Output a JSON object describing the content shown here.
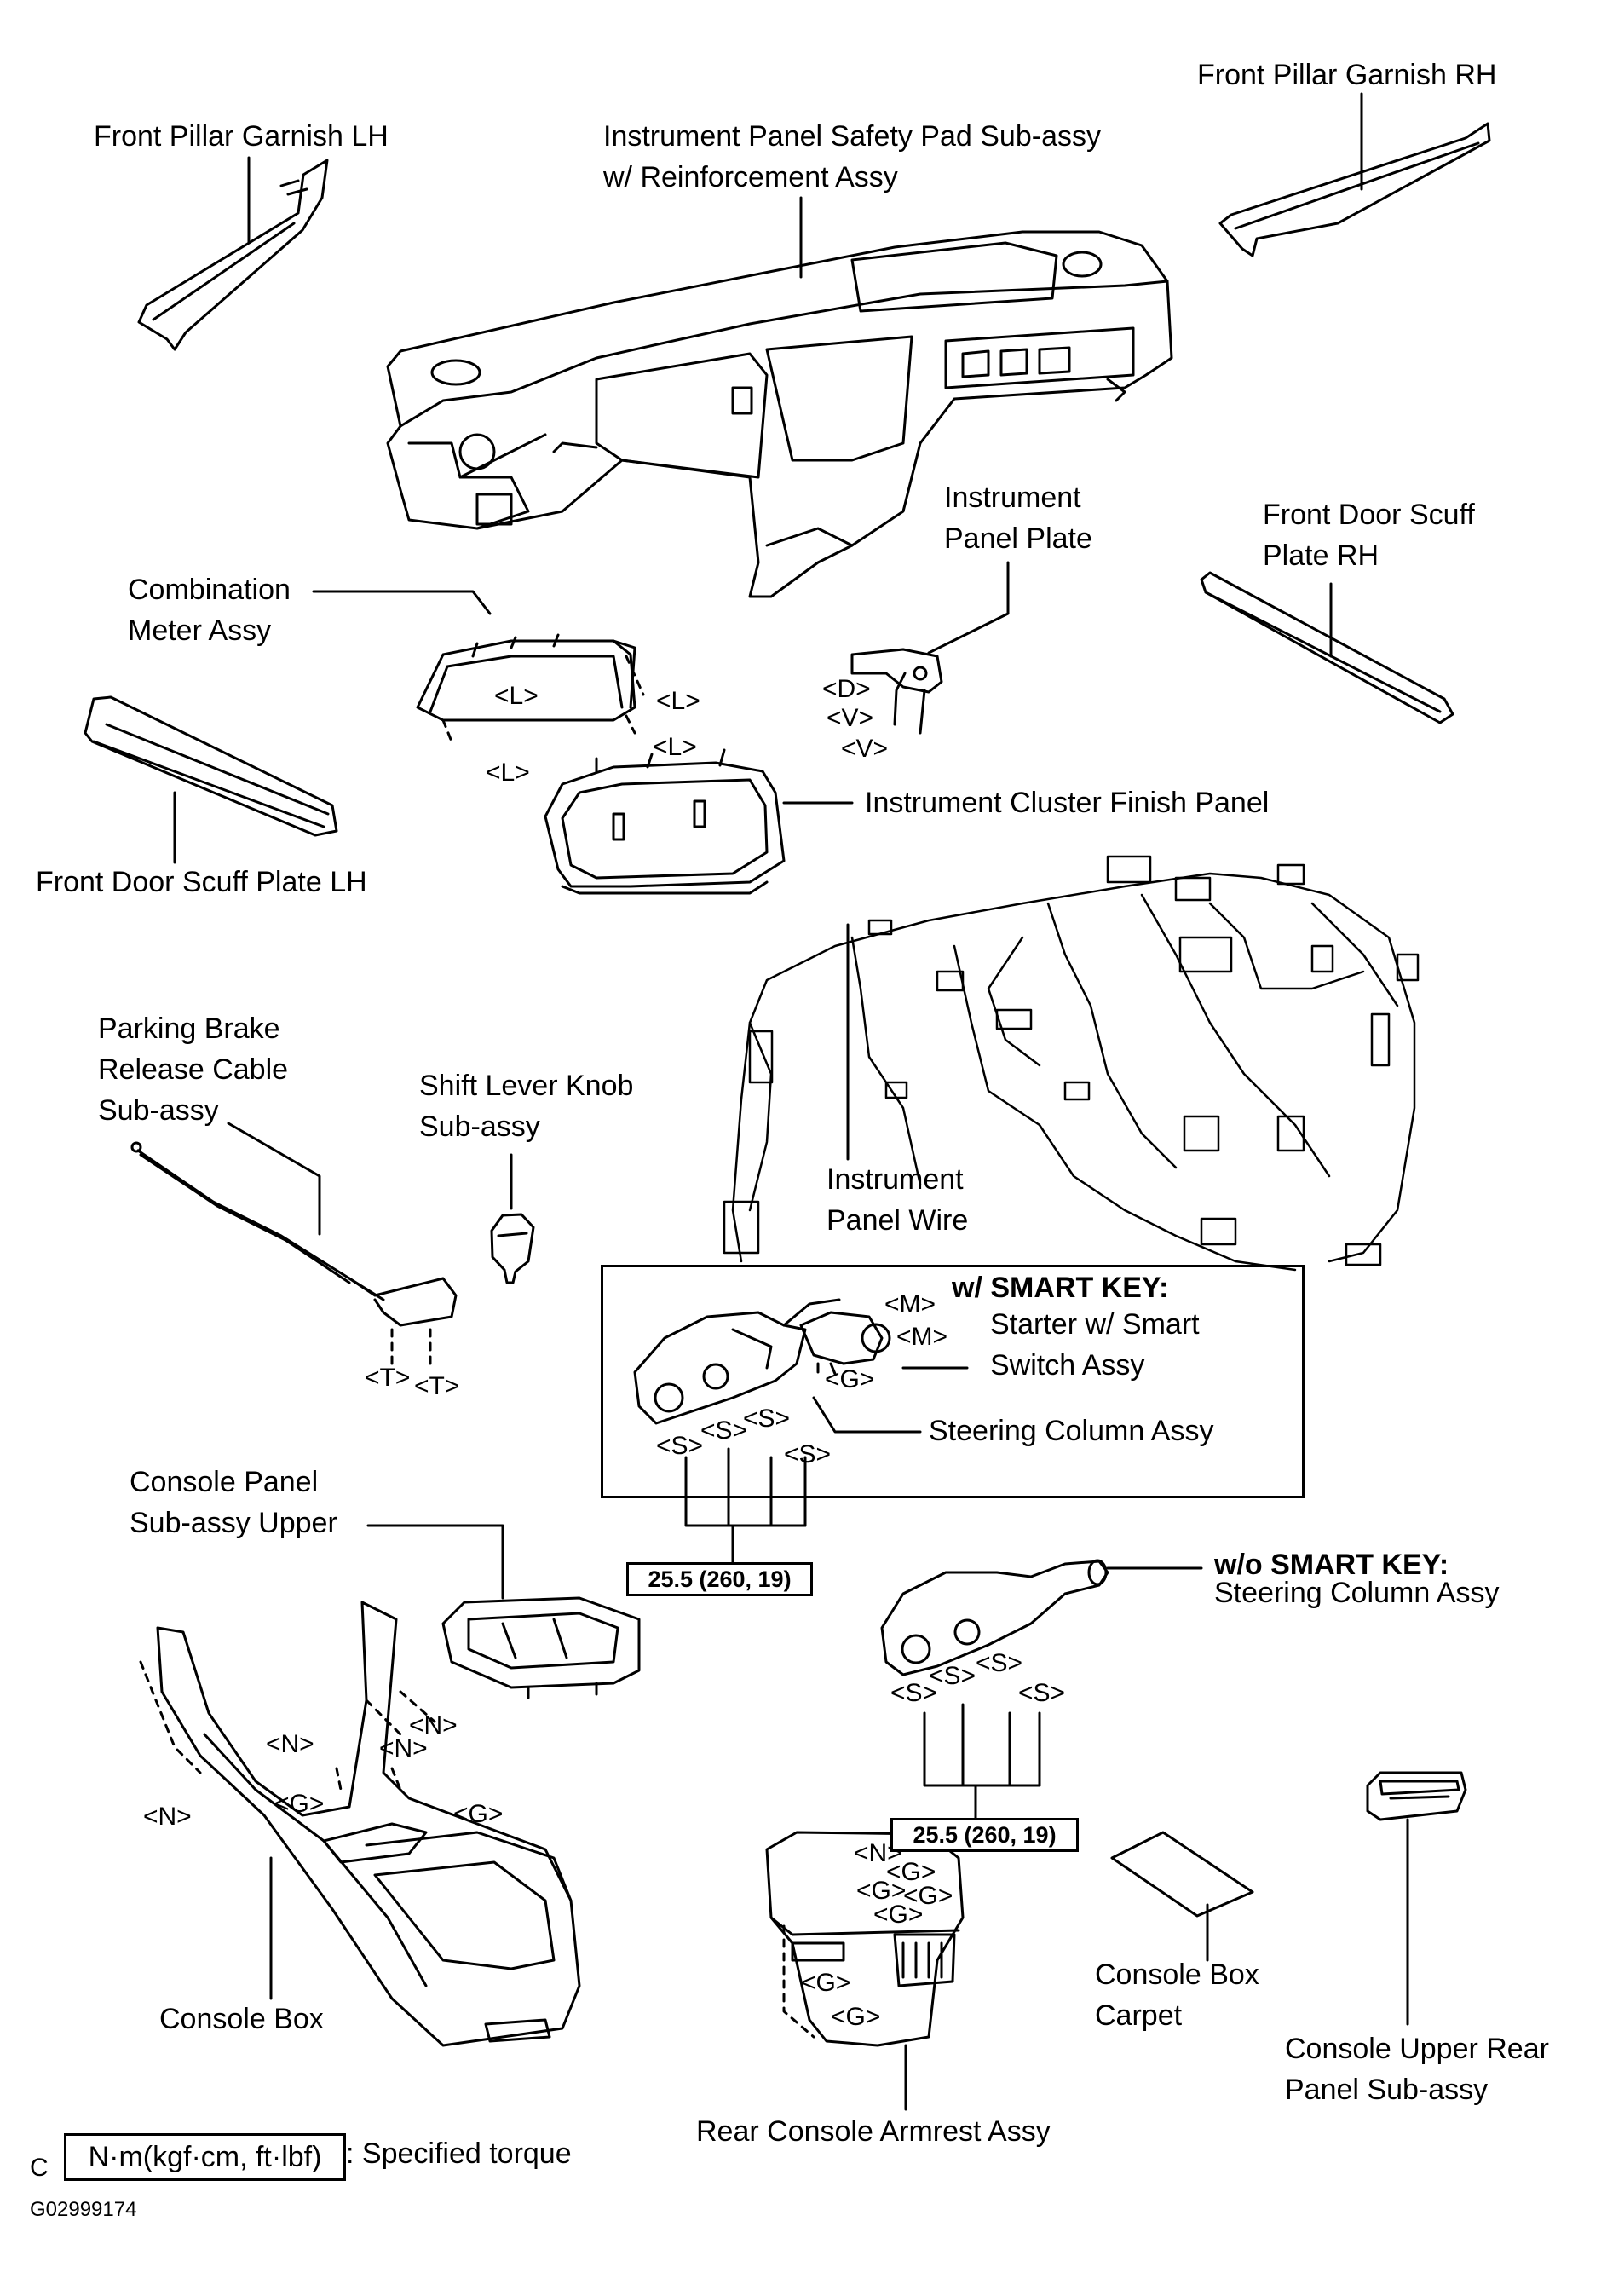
{
  "labels": {
    "front_pillar_garnish_lh": "Front Pillar Garnish LH",
    "front_pillar_garnish_rh": "Front Pillar Garnish RH",
    "safety_pad": [
      "Instrument Panel Safety Pad Sub-assy",
      "w/ Reinforcement Assy"
    ],
    "instrument_panel_plate": [
      "Instrument",
      "Panel Plate"
    ],
    "front_door_scuff_rh": [
      "Front Door Scuff",
      "Plate RH"
    ],
    "combination_meter": [
      "Combination",
      "Meter Assy"
    ],
    "cluster_finish_panel": "Instrument Cluster Finish Panel",
    "front_door_scuff_lh": "Front Door Scuff Plate LH",
    "parking_brake_cable": [
      "Parking Brake",
      "Release Cable",
      "Sub-assy"
    ],
    "shift_lever_knob": [
      "Shift Lever Knob",
      "Sub-assy"
    ],
    "instrument_panel_wire": [
      "Instrument",
      "Panel Wire"
    ],
    "smart_key_title": "w/ SMART KEY:",
    "starter_switch": [
      "Starter w/ Smart",
      "Switch Assy"
    ],
    "steering_column_smart": "Steering Column Assy",
    "no_smart_key_title": "w/o SMART KEY:",
    "steering_column_nosmart": "Steering Column Assy",
    "console_panel_upper": [
      "Console Panel",
      "Sub-assy  Upper"
    ],
    "console_box": "Console Box",
    "rear_console_armrest": "Rear Console Armrest Assy",
    "console_box_carpet": [
      "Console Box",
      "Carpet"
    ],
    "console_upper_rear_panel": [
      "Console Upper Rear",
      "Panel  Sub-assy"
    ]
  },
  "codes": {
    "L": "<L>",
    "D": "<D>",
    "V": "<V>",
    "T": "<T>",
    "M": "<M>",
    "G": "<G>",
    "S": "<S>",
    "N": "<N>"
  },
  "torque_values": {
    "smart_key": "25.5 (260, 19)",
    "no_smart_key": "25.5 (260, 19)"
  },
  "legend": {
    "letter": "C",
    "unit_box": "N·m(kgf·cm, ft·lbf)",
    "description": ": Specified torque"
  },
  "figure_id": "G02999174"
}
